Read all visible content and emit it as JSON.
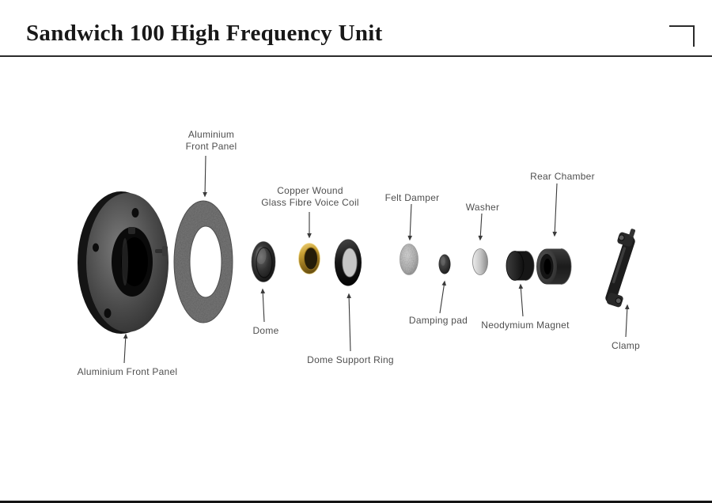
{
  "page": {
    "title": "Sandwich 100 High Frequency Unit",
    "background": "#ffffff"
  },
  "colors": {
    "title_text": "#181818",
    "label_text": "#4f4f4f",
    "leader_line": "#3a3a3a",
    "divider": "#2b2b2b",
    "voice_coil_gold": "#c9a135",
    "dark_metal": "#1a1a1a",
    "felt_gray": "#c2c2c2"
  },
  "labels": [
    {
      "id": "aluminium-front-panel-gasket",
      "text": "Aluminium\nFront Panel"
    },
    {
      "id": "voice-coil",
      "text": "Copper Wound\nGlass Fibre Voice Coil"
    },
    {
      "id": "felt-damper",
      "text": "Felt Damper"
    },
    {
      "id": "washer",
      "text": "Washer"
    },
    {
      "id": "rear-chamber",
      "text": "Rear Chamber"
    },
    {
      "id": "dome",
      "text": "Dome"
    },
    {
      "id": "dome-support-ring",
      "text": "Dome Support Ring"
    },
    {
      "id": "damping-pad",
      "text": "Damping pad"
    },
    {
      "id": "neodymium-magnet",
      "text": "Neodymium Magnet"
    },
    {
      "id": "clamp",
      "text": "Clamp"
    },
    {
      "id": "aluminium-front-panel",
      "text": "Aluminium Front Panel"
    }
  ]
}
